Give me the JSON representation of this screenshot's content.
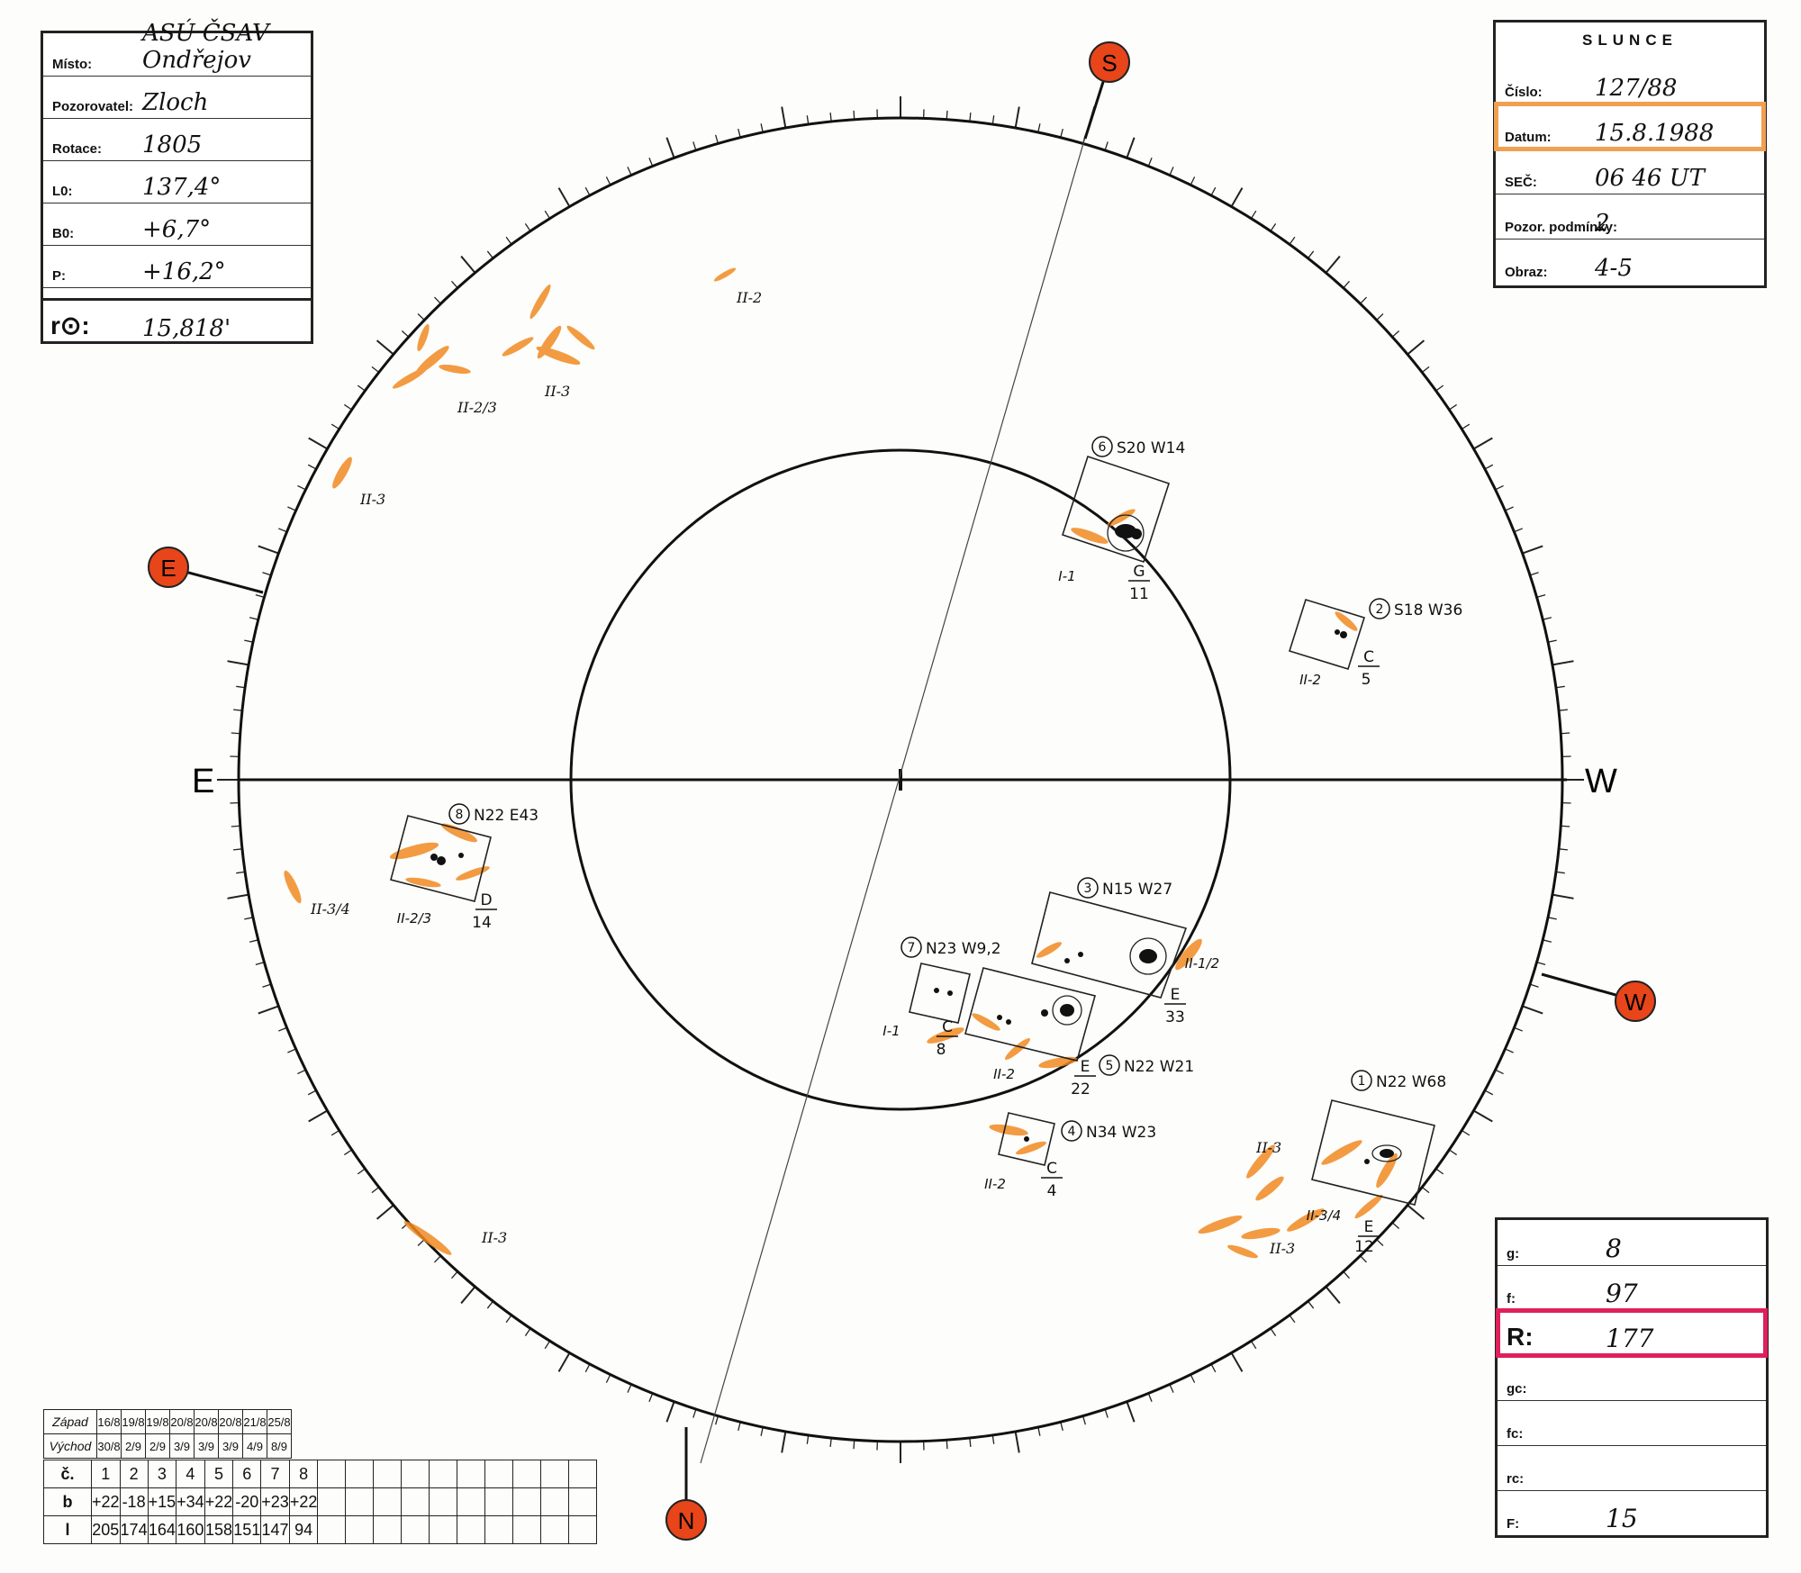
{
  "left_box": {
    "rows": [
      {
        "label": "Místo:",
        "value": "ASÚ ČSAV Ondřejov"
      },
      {
        "label": "Pozorovatel:",
        "value": "Zloch"
      },
      {
        "label": "Rotace:",
        "value": "1805"
      },
      {
        "label": "L0:",
        "value": "137,4°"
      },
      {
        "label": "B0:",
        "value": "+6,7°"
      },
      {
        "label": "P:",
        "value": "+16,2°"
      }
    ],
    "r0_label": "r⊙:",
    "r0_value": "15,818'"
  },
  "slunce_box": {
    "title": "SLUNCE",
    "rows": [
      {
        "label": "Číslo:",
        "value": "127/88"
      },
      {
        "label": "Datum:",
        "value": "15.8.1988"
      },
      {
        "label": "SEČ:",
        "value": "06 46 UT"
      },
      {
        "label": "Pozor. podmínky:",
        "value": "2"
      },
      {
        "label": "Obraz:",
        "value": "4-5"
      }
    ],
    "highlight_color": "#f0a050"
  },
  "stats_box": {
    "rows": [
      {
        "label": "g:",
        "value": "8"
      },
      {
        "label": "f:",
        "value": "97"
      },
      {
        "label": "R:",
        "value": "177"
      },
      {
        "label": "gc:",
        "value": ""
      },
      {
        "label": "fc:",
        "value": ""
      },
      {
        "label": "rc:",
        "value": ""
      },
      {
        "label": "F:",
        "value": "15"
      }
    ],
    "highlight_color": "#e0205a"
  },
  "directions": {
    "S": "S",
    "E": "E",
    "N": "N",
    "W": "W",
    "axis_east": "E",
    "axis_west": "W",
    "marker_color": "#e8451a"
  },
  "colors": {
    "facula": "#f08a20",
    "ink": "#111111"
  },
  "groups": [
    {
      "num": "6",
      "coord": "S20 W14",
      "class": "G",
      "spots": "11",
      "type": "I-1"
    },
    {
      "num": "2",
      "coord": "S18 W36",
      "class": "C",
      "spots": "5",
      "type": "II-2"
    },
    {
      "num": "8",
      "coord": "N22 E43",
      "class": "D",
      "spots": "14",
      "type": "II-2/3"
    },
    {
      "num": "3",
      "coord": "N15 W27",
      "class": "E",
      "spots": "33",
      "type": "II-1/2"
    },
    {
      "num": "7",
      "coord": "N23 W9,2",
      "class": "C",
      "spots": "8",
      "type": "I-1"
    },
    {
      "num": "5",
      "coord": "N22 W21",
      "class": "E",
      "spots": "22",
      "type": "II-2"
    },
    {
      "num": "4",
      "coord": "N34 W23",
      "class": "C",
      "spots": "4",
      "type": "II-2"
    },
    {
      "num": "1",
      "coord": "N22 W68",
      "class": "E",
      "spots": "12",
      "type": "II-3/4"
    }
  ],
  "facula_labels": [
    "II-2",
    "II-2/3",
    "II-3",
    "II-3",
    "II-3/4",
    "II-3",
    "II-3",
    "II-3"
  ],
  "bottom_table": {
    "west_label": "Západ",
    "east_label": "Východ",
    "west": [
      "16/8",
      "19/8",
      "19/8",
      "20/8",
      "20/8",
      "20/8",
      "21/8",
      "25/8"
    ],
    "east": [
      "30/8",
      "2/9",
      "2/9",
      "3/9",
      "3/9",
      "3/9",
      "4/9",
      "8/9"
    ],
    "rows": [
      {
        "label": "č.",
        "values": [
          "1",
          "2",
          "3",
          "4",
          "5",
          "6",
          "7",
          "8"
        ]
      },
      {
        "label": "b",
        "values": [
          "+22",
          "-18",
          "+15",
          "+34",
          "+22",
          "-20",
          "+23",
          "+22"
        ]
      },
      {
        "label": "l",
        "values": [
          "205",
          "174",
          "164",
          "160",
          "158",
          "151",
          "147",
          "94"
        ]
      }
    ]
  }
}
